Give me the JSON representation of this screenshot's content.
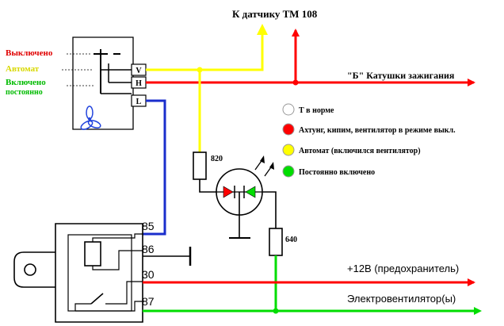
{
  "switch": {
    "positions": [
      {
        "label": "Выключено",
        "color": "#e00000"
      },
      {
        "label": "Автомат",
        "color": "#e6e600"
      },
      {
        "label": "Включено",
        "color": "#00cc00"
      },
      {
        "label": "постоянно",
        "color": "#00cc00"
      }
    ],
    "terminals": [
      "V",
      "H",
      "L"
    ]
  },
  "top_label": "К датчику ТМ 108",
  "ignition_label": "\"Б\" Катушки зажигания",
  "legend": [
    {
      "text": "Т в норме",
      "color": "#ffffff"
    },
    {
      "text": "Ахтунг, кипим, вентилятор в режиме выкл.",
      "color": "#ff0000"
    },
    {
      "text": "Автомат (включился вентилятор)",
      "color": "#ffff00"
    },
    {
      "text": "Постоянно включено",
      "color": "#00dd00"
    }
  ],
  "resistors": [
    "820",
    "640"
  ],
  "relay": {
    "pins": [
      "85",
      "86",
      "30",
      "87"
    ]
  },
  "wire_labels": {
    "plus12": "+12В  (предохранитель)",
    "fan": "Электровентилятор(ы)"
  },
  "colors": {
    "red": "#ff0000",
    "yellow": "#ffff00",
    "green": "#00dd00",
    "blue": "#1a2ecc",
    "black": "#000000"
  }
}
